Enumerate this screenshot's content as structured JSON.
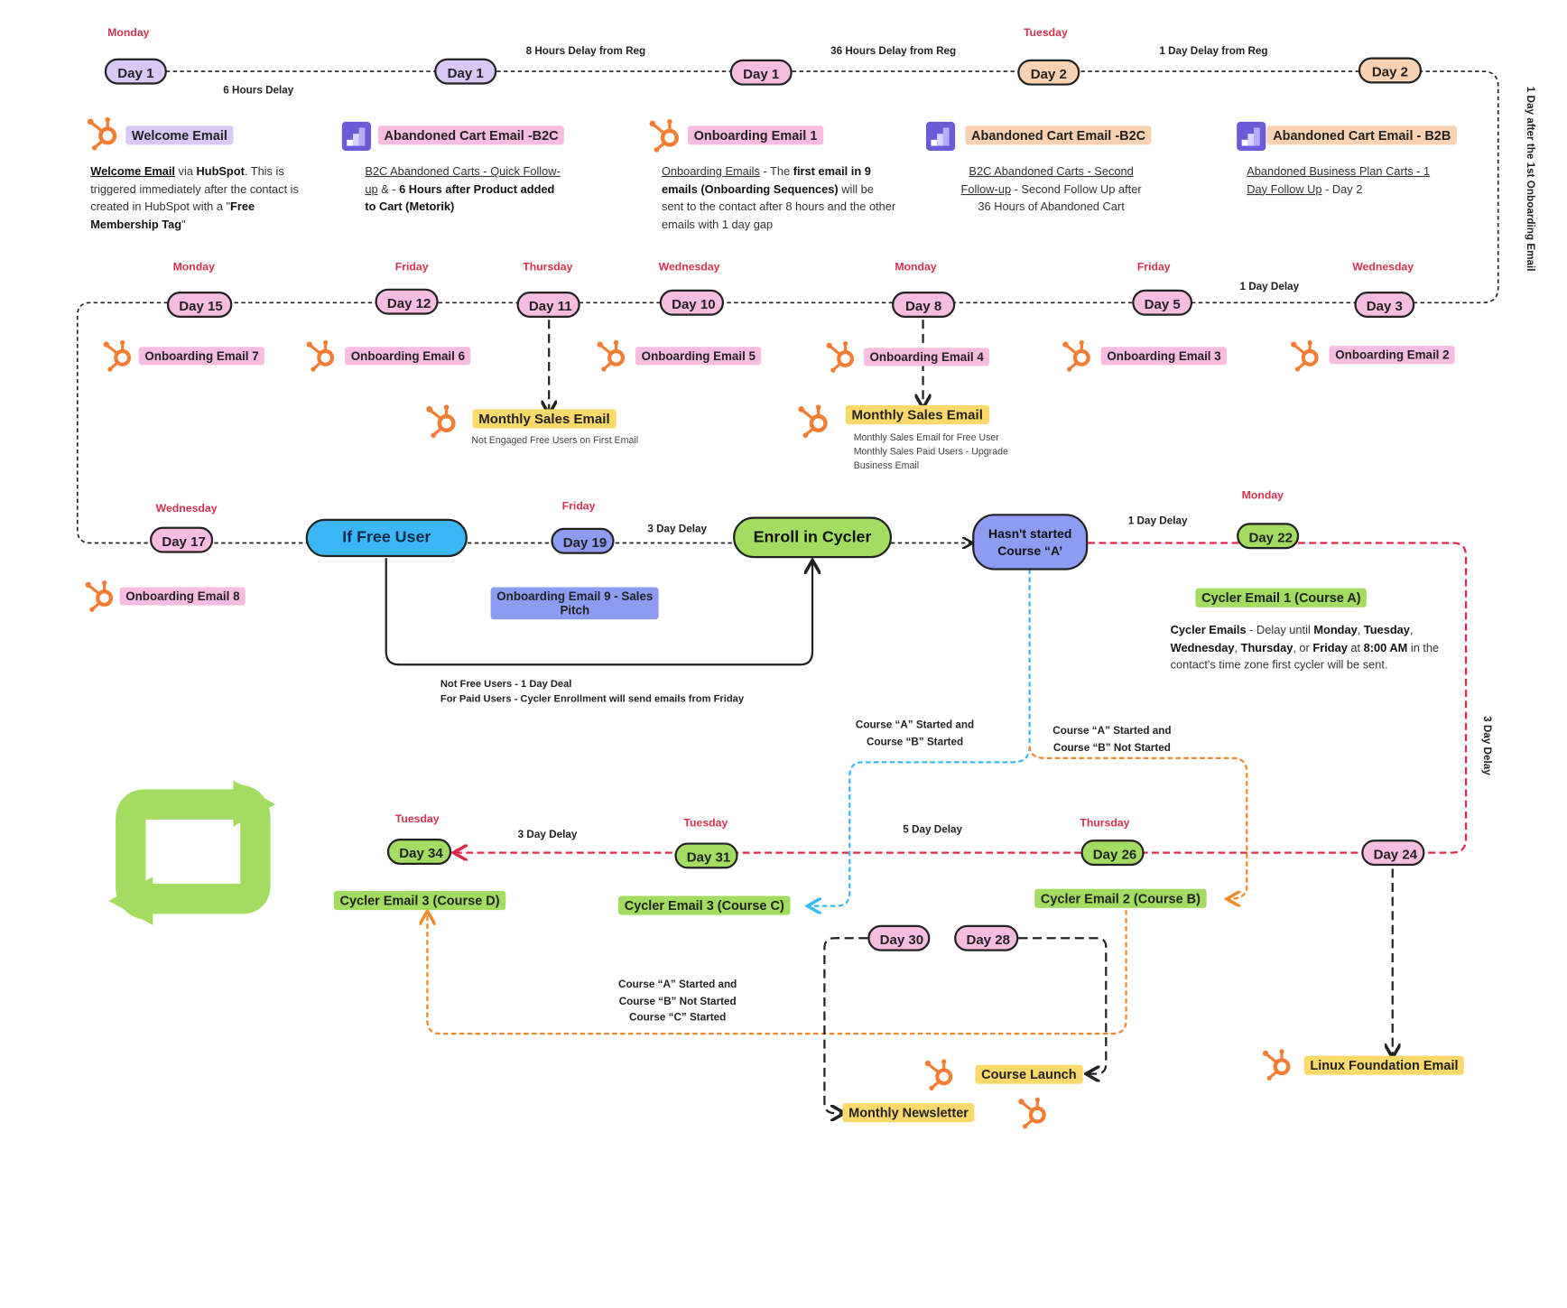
{
  "colors": {
    "weekday": "#d6334f",
    "pink": "#f7bde0",
    "lavender": "#d9c8f5",
    "peach": "#f9d2b3",
    "blue_node": "#8d9cf0",
    "green": "#a4dc62",
    "yellow": "#fbd96b",
    "cyan": "#3bb7f5",
    "red_line": "#e0284a",
    "orange_line": "#ee8a2c",
    "hubspot": "#f57c33",
    "stack": "#6c5bd6"
  },
  "row1": {
    "days": [
      {
        "label": "Day 1",
        "weekday": "Monday"
      },
      {
        "label": "Day 1",
        "weekday": ""
      },
      {
        "label": "Day 1",
        "weekday": ""
      },
      {
        "label": "Day 2",
        "weekday": "Tuesday"
      },
      {
        "label": "Day 2",
        "weekday": ""
      }
    ],
    "delays": [
      "6 Hours Delay",
      "8 Hours Delay from Reg",
      "36 Hours Delay from Reg",
      "1 Day Delay from Reg"
    ],
    "right_edge_label": "1 Day  after the 1st Onboarding Email",
    "emails": [
      {
        "icon": "hubspot-icon",
        "title": "Welcome Email"
      },
      {
        "icon": "stack-icon",
        "title": "Abandoned Cart Email -B2C"
      },
      {
        "icon": "hubspot-icon",
        "title": "Onboarding Email 1"
      },
      {
        "icon": "stack-icon",
        "title": "Abandoned Cart Email -B2C"
      },
      {
        "icon": "stack-icon",
        "title": "Abandoned Cart Email - B2B"
      }
    ],
    "desc": {
      "welcome": {
        "a": "Welcome Email",
        "b": " via ",
        "c": "HubSpot",
        "d": ". This is triggered immediately after the contact is created in HubSpot with a \"",
        "e": "Free Membership Tag",
        "f": "\""
      },
      "cart1": {
        "a": "B2C Abandoned Carts - Quick Follow-up",
        "b": " & -  ",
        "c": "6 Hours after Product added to Cart (Metorik)"
      },
      "onb1": {
        "a": "Onboarding Emails",
        "b": " - The ",
        "c": "first email in 9 emails (Onboarding Sequences)",
        "d": " will be sent to the contact after 8 hours and the other emails with 1 day gap"
      },
      "cart2": {
        "a": "B2C Abandoned Carts - Second Follow-up",
        "b": " - Second Follow Up after 36 Hours of Abandoned Cart"
      },
      "cart3": {
        "a": "Abandoned Business Plan Carts - 1 Day Follow Up",
        "b": " - Day 2"
      }
    }
  },
  "row2": {
    "days": [
      {
        "label": "Day 15",
        "weekday": "Monday"
      },
      {
        "label": "Day 12",
        "weekday": "Friday"
      },
      {
        "label": "Day 11",
        "weekday": "Thursday"
      },
      {
        "label": "Day 10",
        "weekday": "Wednesday"
      },
      {
        "label": "Day 8",
        "weekday": "Monday"
      },
      {
        "label": "Day 5",
        "weekday": "Friday"
      },
      {
        "label": "Day 3",
        "weekday": "Wednesday"
      }
    ],
    "delay": "1 Day Delay",
    "emails": [
      "Onboarding Email 7",
      "Onboarding Email 6",
      "Onboarding Email 5",
      "Onboarding Email 4",
      "Onboarding Email 3",
      "Onboarding Email 2"
    ],
    "sales1": {
      "title": "Monthly Sales Email",
      "note": "Not Engaged Free Users on First Email"
    },
    "sales2": {
      "title": "Monthly Sales Email",
      "lines": [
        "Monthly Sales Email for Free User",
        "Monthly Sales Paid Users - Upgrade",
        "Business Email"
      ]
    }
  },
  "row3": {
    "day17": {
      "label": "Day 17",
      "weekday": "Wednesday"
    },
    "email8": "Onboarding Email 8",
    "if_free": "If Free User",
    "day19": {
      "label": "Day 19",
      "weekday": "Friday"
    },
    "email9": [
      "Onboarding Email 9 - Sales",
      "Pitch"
    ],
    "delay3": "3 Day Delay",
    "enroll": "Enroll in Cycler",
    "not_free": [
      "Not Free Users - 1 Day Deal",
      "For Paid Users  - Cycler Enrollment will send emails from Friday"
    ],
    "hasnt": [
      "Hasn't started",
      "Course “A’"
    ],
    "delay1": "1 Day Delay",
    "day22": {
      "label": "Day 22",
      "weekday": "Monday"
    },
    "cycler1": "Cycler Email 1 (Course A)",
    "cycler_desc": {
      "a": "Cycler Emails",
      "b": " - Delay until ",
      "c": "Monday",
      "d": ", ",
      "e": "Tuesday",
      "f": ", ",
      "g": "Wednesday",
      "h": ", ",
      "i": "Thursday",
      "j": ", or ",
      "k": "Friday",
      "l": " at ",
      "m": "8:00 AM",
      "n": " in the contact's time zone first cycler will be sent."
    },
    "right_delay": "3 Day Delay"
  },
  "row4": {
    "cond_b_started": [
      "Course “A” Started and",
      "Course “B” Started"
    ],
    "cond_b_not": [
      "Course “A” Started and",
      "Course “B” Not Started"
    ],
    "day34": {
      "label": "Day 34",
      "weekday": "Tuesday"
    },
    "delay34": "3 Day Delay",
    "day31": {
      "label": "Day 31",
      "weekday": "Tuesday"
    },
    "delay5": "5 Day Delay",
    "day26": {
      "label": "Day 26",
      "weekday": "Thursday"
    },
    "day24": {
      "label": "Day 24"
    },
    "cycler3d": "Cycler Email 3 (Course D)",
    "cycler3c": "Cycler Email 3 (Course C)",
    "cycler2b": "Cycler Email 2 (Course B)",
    "day30": "Day 30",
    "day28": "Day 28",
    "cond_c": [
      "Course “A” Started and",
      "Course “B” Not Started",
      "Course “C” Started"
    ],
    "course_launch": "Course Launch",
    "newsletter": "Monthly Newsletter",
    "linux": "Linux Foundation Email"
  },
  "loop_icon": "loop-arrows-icon"
}
